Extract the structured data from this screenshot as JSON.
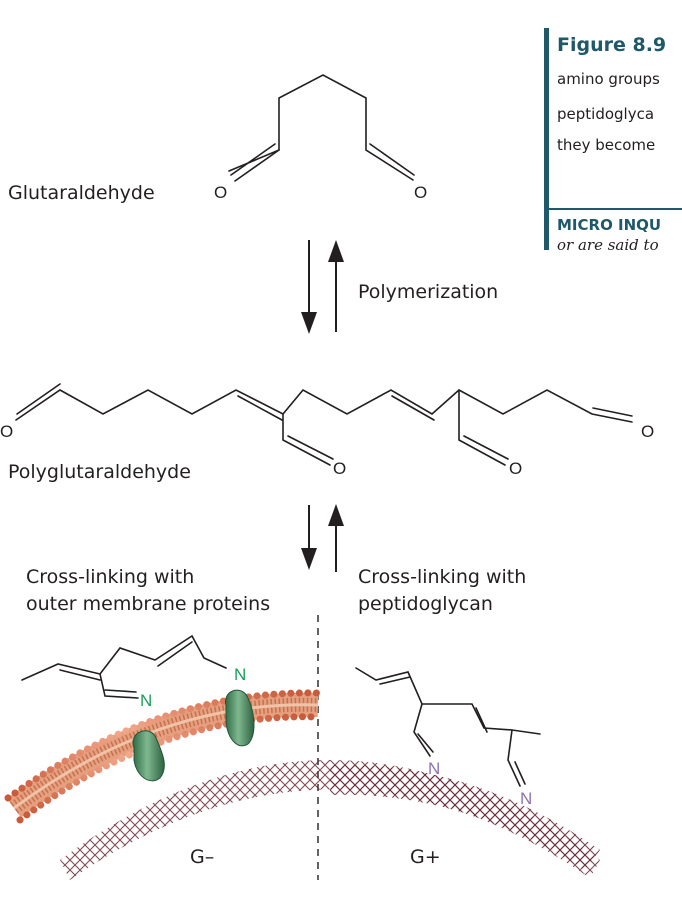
{
  "caption": {
    "title": "Figure 8.9",
    "lines": [
      "amino groups",
      "peptidoglyca",
      "they become"
    ],
    "inquiry": "MICRO INQU",
    "italic": "or are said to"
  },
  "labels": {
    "glutaraldehyde": "Glutaraldehyde",
    "polymerization": "Polymerization",
    "polyglutaraldehyde": "Polyglutaraldehyde",
    "crosslink_left_1": "Cross-linking with",
    "crosslink_left_2": "outer membrane proteins",
    "crosslink_right_1": "Cross-linking with",
    "crosslink_right_2": "peptidoglycan",
    "gram_negative": "G–",
    "gram_positive": "G+"
  },
  "atoms": {
    "oxygen": "O",
    "nitrogen": "N"
  },
  "colors": {
    "caption_accent": "#1f5868",
    "bond": "#231f20",
    "nitrogen_gram_negative": "#1aa05a",
    "nitrogen_gram_positive": "#8a73b0",
    "membrane_head": "#e0785a",
    "membrane_tail": "#b85a3c",
    "membrane_protein": "#4f8f62",
    "peptidoglycan_mesh": "#6b2a38"
  }
}
